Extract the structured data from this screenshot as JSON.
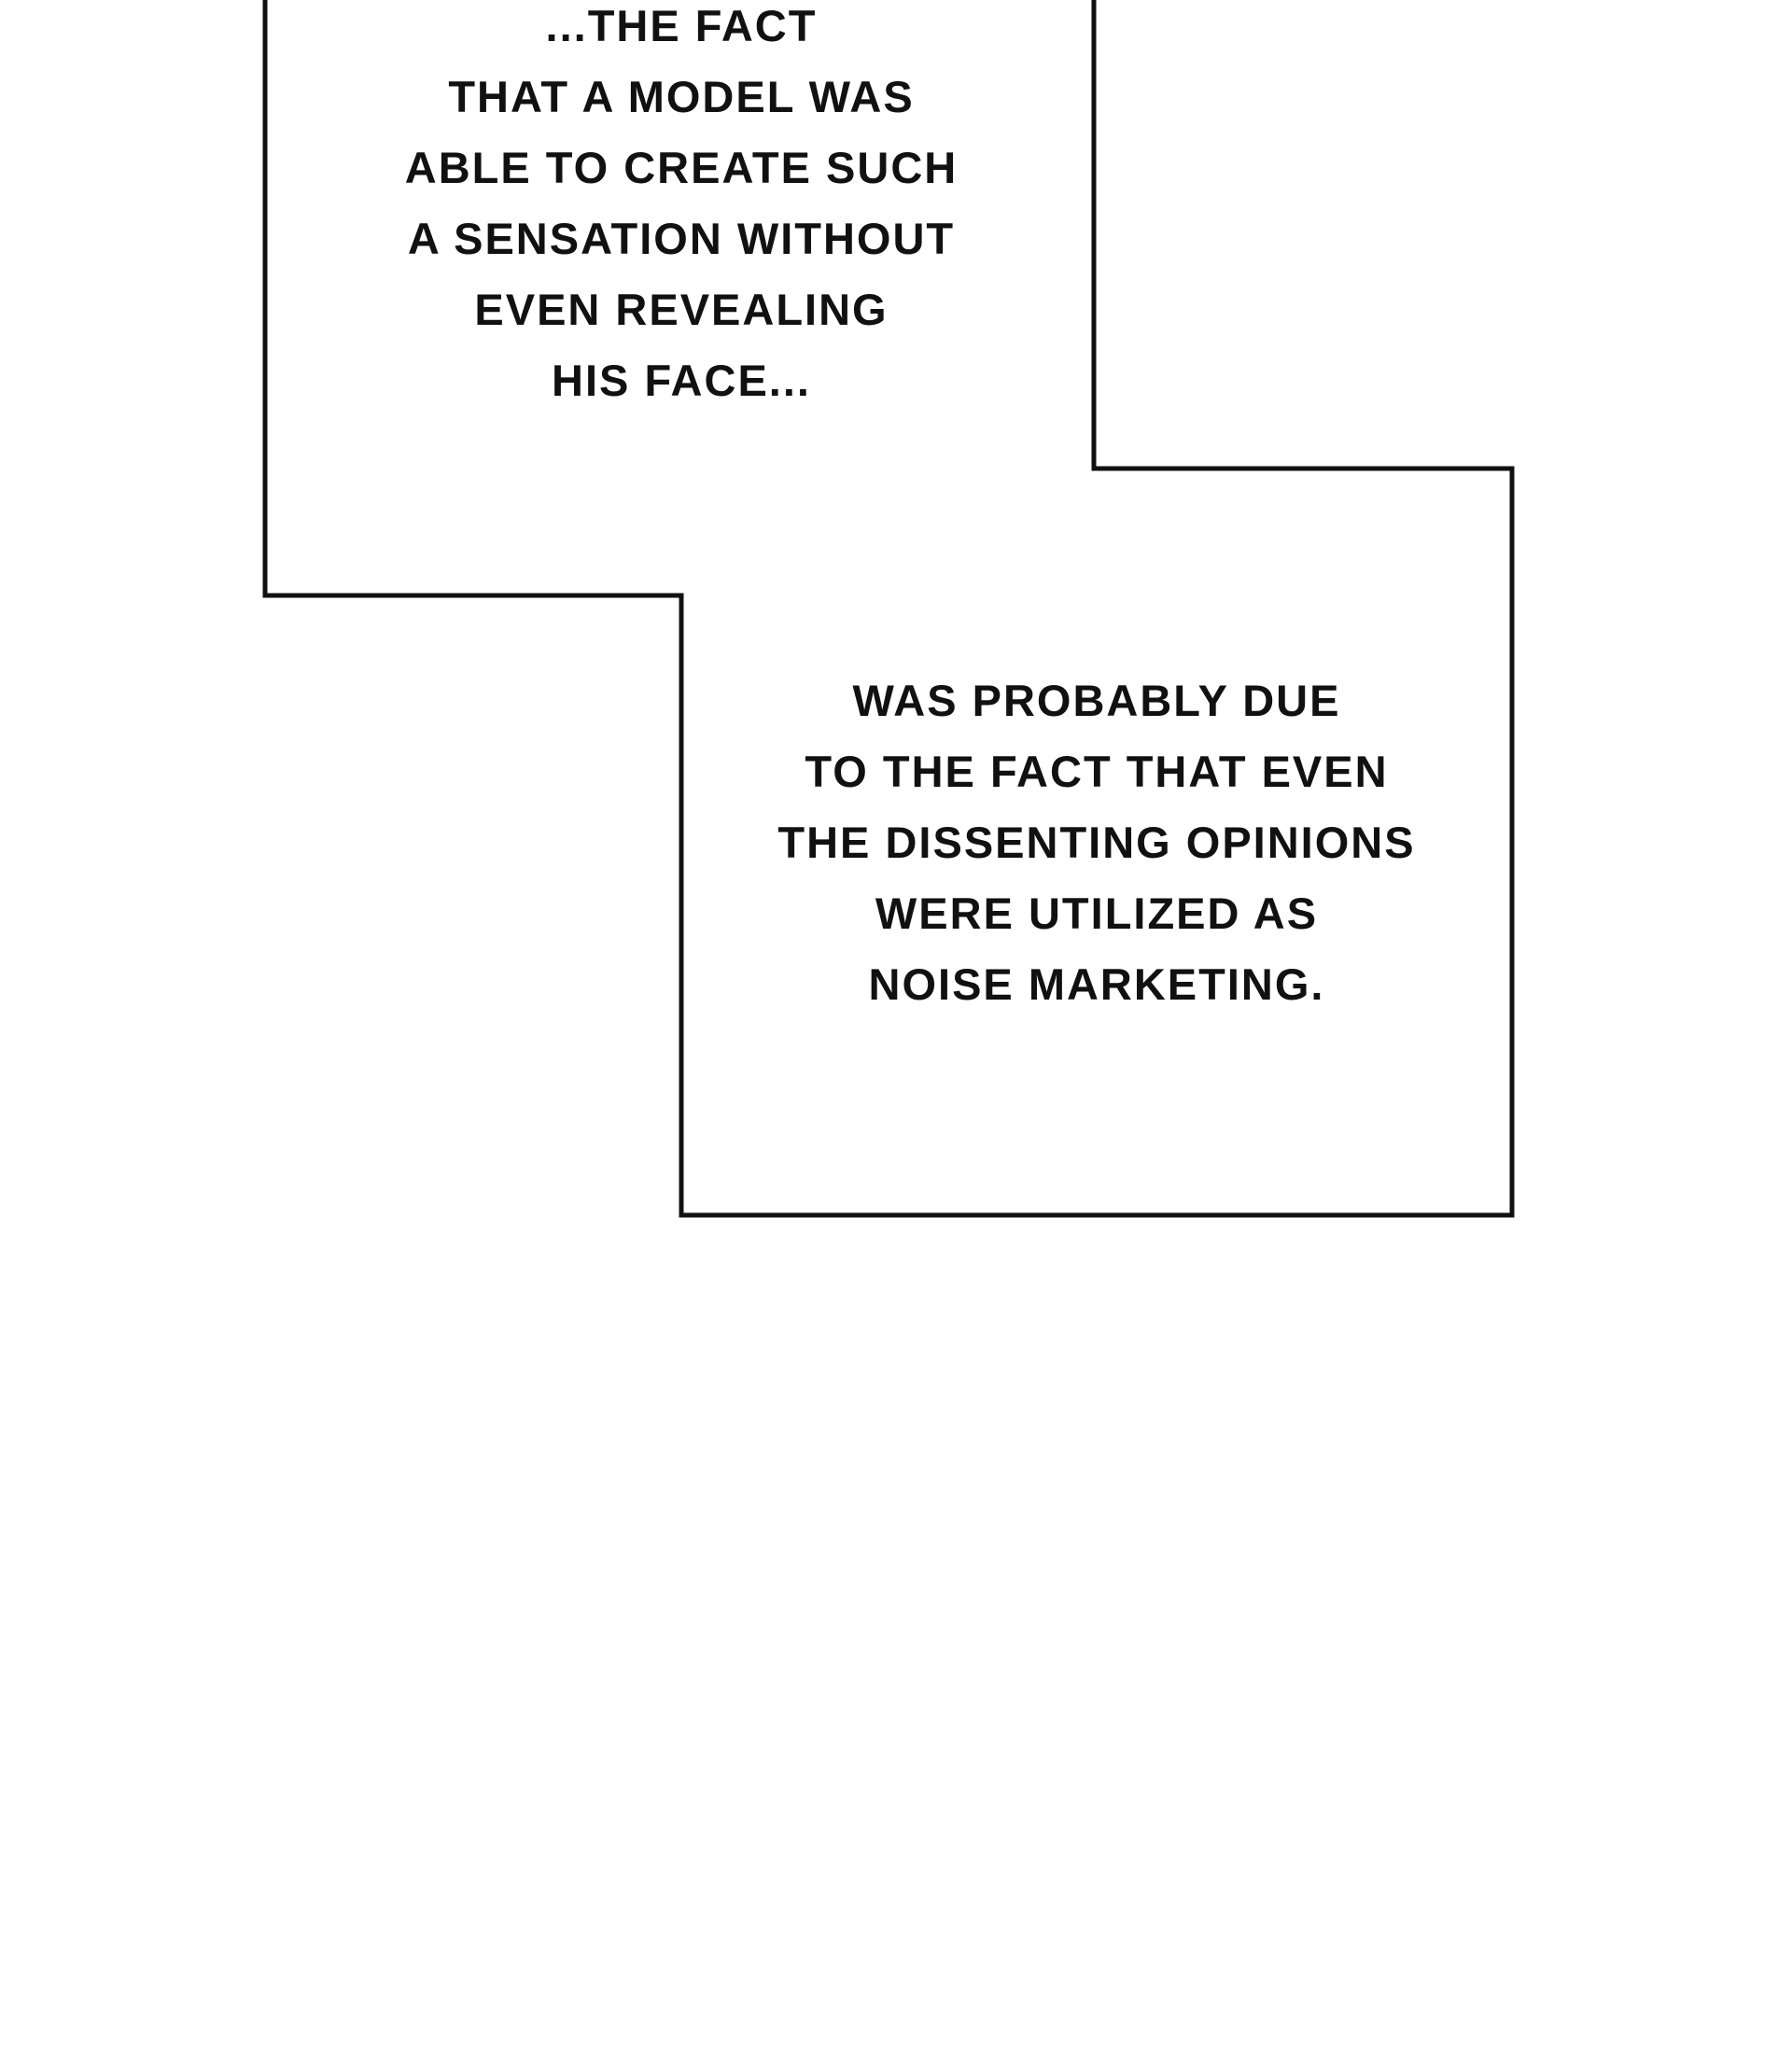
{
  "colors": {
    "background": "#ffffff",
    "ink": "#111111"
  },
  "captions": [
    {
      "lines": [
        "...THE FACT",
        "THAT A MODEL WAS",
        "ABLE TO CREATE SUCH",
        "A SENSATION WITHOUT",
        "EVEN REVEALING",
        "HIS FACE..."
      ]
    },
    {
      "lines": [
        "WAS PROBABLY DUE",
        "TO THE FACT THAT EVEN",
        "THE DISSENTING OPINIONS",
        "WERE UTILIZED AS",
        "NOISE MARKETING."
      ]
    }
  ]
}
